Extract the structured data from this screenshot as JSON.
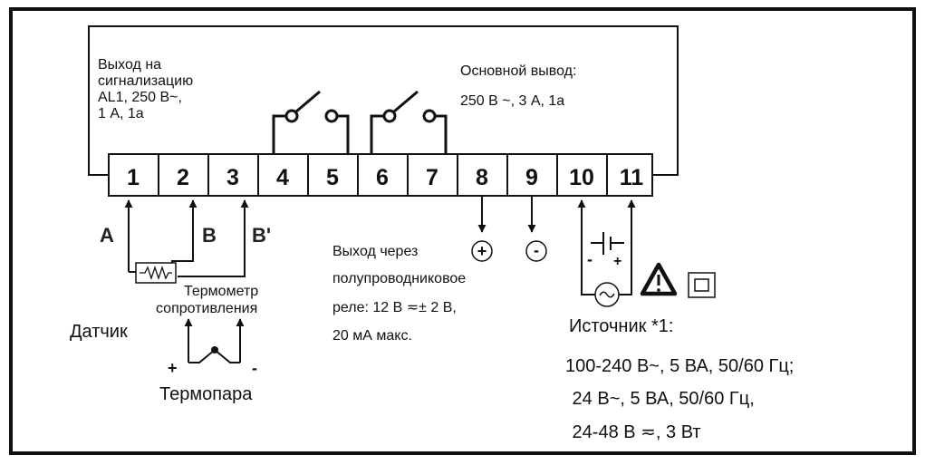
{
  "terminals": [
    "1",
    "2",
    "3",
    "4",
    "5",
    "6",
    "7",
    "8",
    "9",
    "10",
    "11"
  ],
  "alarm_output": [
    "Выход на",
    "сигнализацию",
    "AL1, 250 В~,",
    "1 А, 1а"
  ],
  "main_output": [
    "Основной вывод:",
    "250 В ~, 3 А, 1а"
  ],
  "input_labels": {
    "a": "A",
    "b": "B",
    "b_prime": "B'"
  },
  "rtd_label": [
    "Термометр",
    "сопротивления"
  ],
  "sensor_label": "Датчик",
  "thermocouple": {
    "label": "Термопара",
    "plus": "+",
    "minus": "-"
  },
  "ssr_output": [
    "Выход через",
    "полупроводниковое",
    "реле: 12 В ≂± 2 В,",
    "20 мА макс."
  ],
  "ssr_plus": "+",
  "ssr_minus": "-",
  "dc_polarity": {
    "minus": "-",
    "plus": "+"
  },
  "power_source": [
    "Источник *1:",
    "100-240 В~, 5 ВА, 50/60 Гц;",
    " 24 В~, 5 ВА, 50/60 Гц,",
    " 24-48 В ≂, 3 Вт"
  ]
}
